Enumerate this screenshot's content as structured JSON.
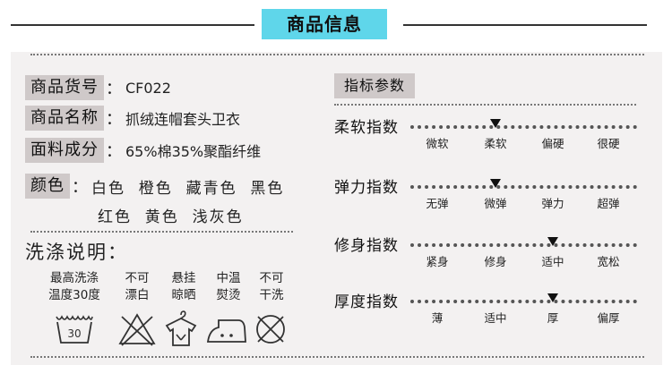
{
  "header": {
    "title": "商品信息"
  },
  "info": {
    "sku_label": "商品货号",
    "sku_value": "CF022",
    "name_label": "商品名称",
    "name_value": "抓绒连帽套头卫衣",
    "fabric_label": "面料成分",
    "fabric_value": "65%棉35%聚酯纤维",
    "colon": "：",
    "color_label": "颜色",
    "colors_line1": "白色  橙色  藏青色  黑色",
    "colors_line2": "红色  黄色  浅灰色"
  },
  "wash": {
    "title": "洗涤说明：",
    "items": [
      {
        "line1": "最高洗涤",
        "line2": "温度30度",
        "icon": "wash-30-icon",
        "badge": "30"
      },
      {
        "line1": "不可",
        "line2": "漂白",
        "icon": "no-bleach-icon"
      },
      {
        "line1": "悬挂",
        "line2": "晾晒",
        "icon": "hang-dry-icon"
      },
      {
        "line1": "中温",
        "line2": "熨烫",
        "icon": "iron-medium-icon"
      },
      {
        "line1": "不可",
        "line2": "干洗",
        "icon": "no-dry-clean-icon"
      }
    ]
  },
  "params": {
    "title": "指标参数",
    "indices": [
      {
        "name": "柔软指数",
        "ticks": [
          "微软",
          "柔软",
          "偏硬",
          "很硬"
        ],
        "level_index": 1
      },
      {
        "name": "弹力指数",
        "ticks": [
          "无弹",
          "微弹",
          "弹力",
          "超弹"
        ],
        "level_index": 1
      },
      {
        "name": "修身指数",
        "ticks": [
          "紧身",
          "修身",
          "适中",
          "宽松"
        ],
        "level_index": 2
      },
      {
        "name": "厚度指数",
        "ticks": [
          "薄",
          "适中",
          "厚",
          "偏厚"
        ],
        "level_index": 2
      }
    ]
  },
  "colors": {
    "title_bg": "#5fd6ea",
    "label_bg": "#cfc9c9",
    "panel_bg": "#f3f1f1"
  }
}
